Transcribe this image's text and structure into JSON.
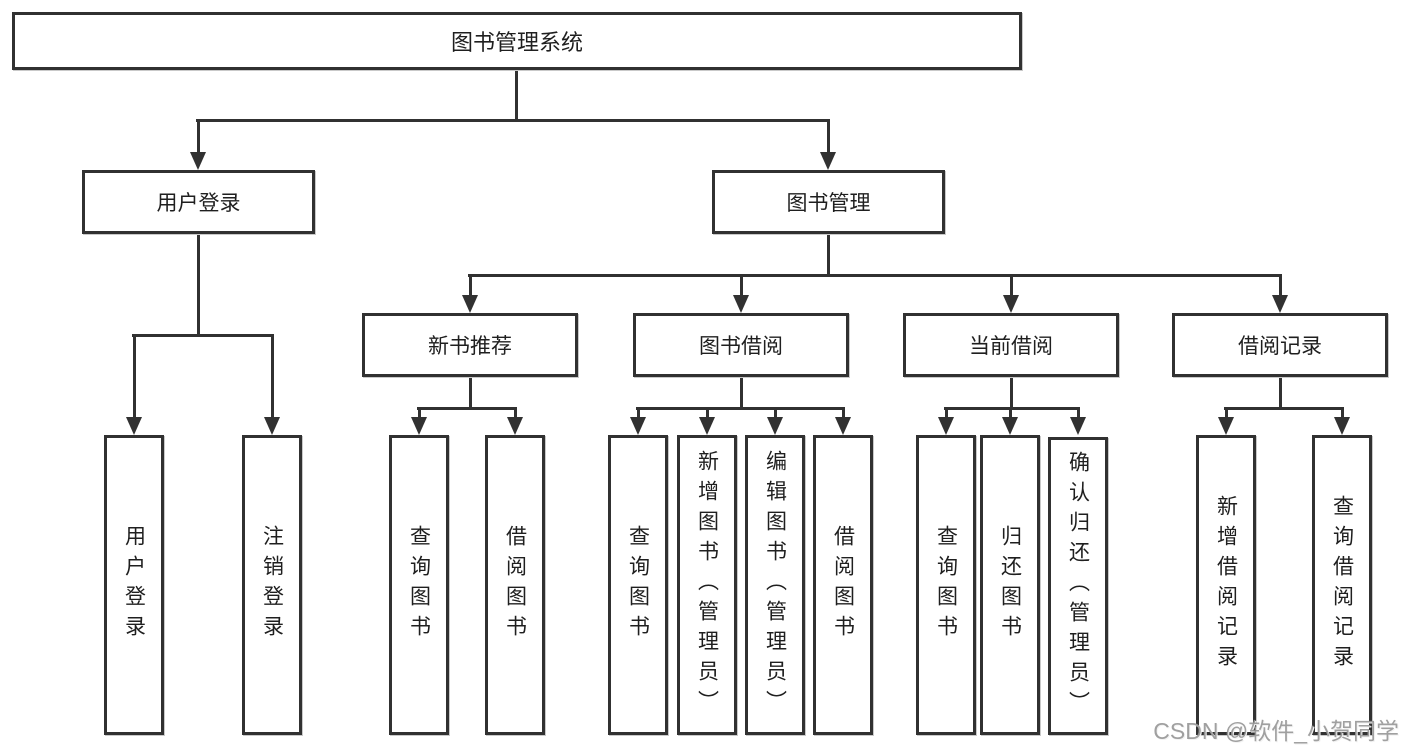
{
  "tree": {
    "root": "图书管理系统",
    "branches": [
      {
        "label": "用户登录",
        "children": [
          "用户登录",
          "注销登录"
        ]
      },
      {
        "label": "图书管理",
        "children": [
          {
            "label": "新书推荐",
            "children": [
              "查询图书",
              "借阅图书"
            ]
          },
          {
            "label": "图书借阅",
            "children": [
              "查询图书",
              "新增图书（管理员）",
              "编辑图书（管理员）",
              "借阅图书"
            ]
          },
          {
            "label": "当前借阅",
            "children": [
              "查询图书",
              "归还图书",
              "确认归还（管理员）"
            ]
          },
          {
            "label": "借阅记录",
            "children": [
              "新增借阅记录",
              "查询借阅记录"
            ]
          }
        ]
      }
    ]
  },
  "colors": {
    "line": "#313131",
    "text": "#1f1f1f",
    "watermark": "#969696"
  },
  "watermark": {
    "text": "CSDN @软件_小贺同学"
  }
}
